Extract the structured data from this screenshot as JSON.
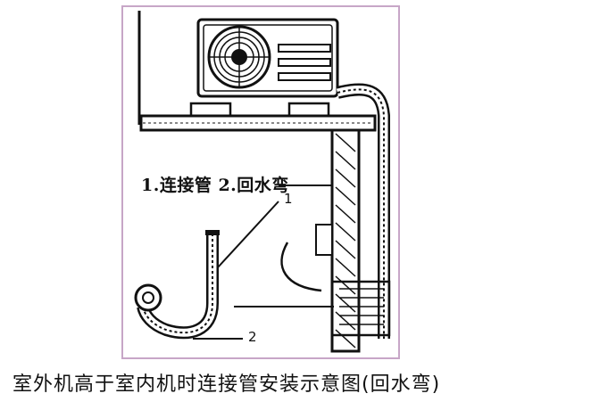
{
  "diagram": {
    "label_parts": "1.连接管 2.回水弯",
    "callout_1": "1",
    "callout_2": "2",
    "caption": "室外机高于室内机时连接管安装示意图(回水弯)",
    "colors": {
      "frame": "#c7a6c7",
      "ink": "#111111"
    }
  }
}
